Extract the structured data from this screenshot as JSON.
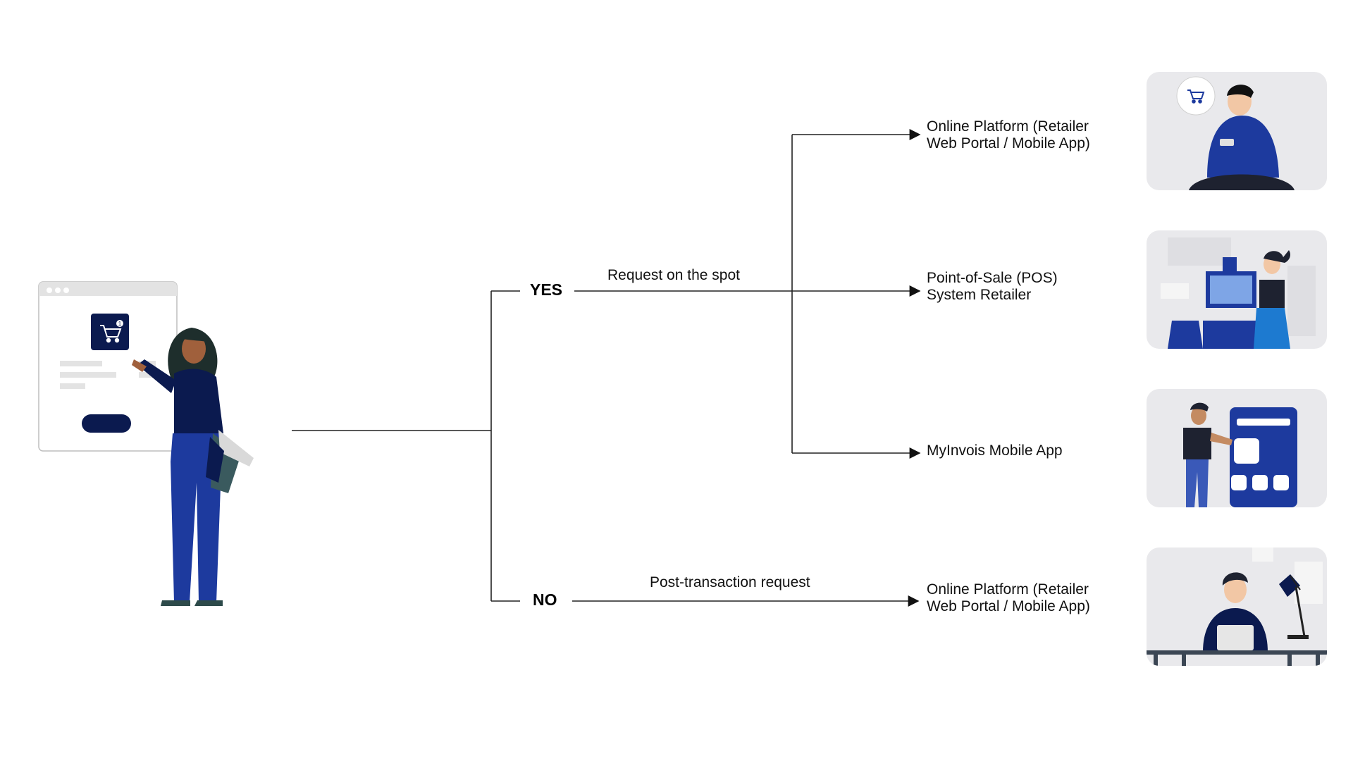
{
  "branches": {
    "yes": "YES",
    "no": "NO"
  },
  "edges": {
    "yes_label": "Request on the spot",
    "no_label": "Post-transaction request"
  },
  "destinations": [
    {
      "line1": "Online Platform (Retailer",
      "line2": "Web Portal / Mobile App)"
    },
    {
      "line1": "Point-of-Sale (POS)",
      "line2": "System Retailer"
    },
    {
      "line1": "MyInvois Mobile App",
      "line2": ""
    },
    {
      "line1": "Online Platform (Retailer",
      "line2": "Web Portal / Mobile App)"
    }
  ],
  "shopper": {
    "cart_badge": "1"
  },
  "colors": {
    "line": "#222222",
    "navy": "#0b1a4f",
    "blue": "#1d3a9e",
    "card_bg": "#e9e9ec"
  },
  "icons": [
    "shopper-illustration",
    "cart-icon",
    "online-shopper-illustration",
    "pos-cashier-illustration",
    "mobile-app-illustration",
    "laptop-desk-illustration"
  ]
}
